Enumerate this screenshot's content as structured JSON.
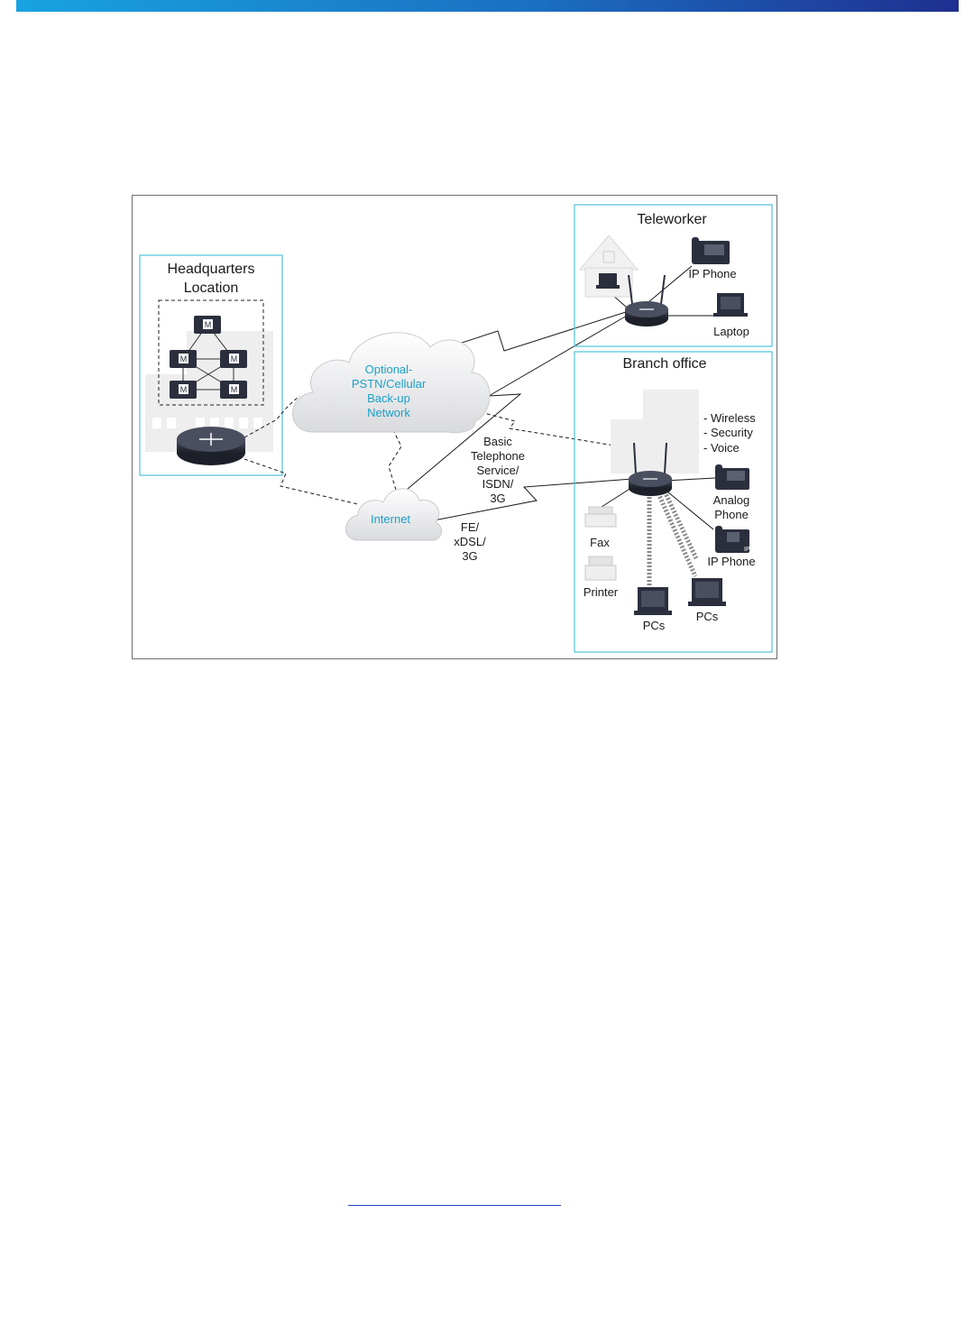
{
  "diagram": {
    "headquarters": {
      "title_line1": "Headquarters",
      "title_line2": "Location",
      "switch_badge": "M"
    },
    "teleworker": {
      "title": "Teleworker",
      "ip_phone": "IP Phone",
      "laptop": "Laptop"
    },
    "branch": {
      "title": "Branch office",
      "services": [
        "- Wireless",
        "- Security",
        "- Voice"
      ],
      "analog_phone_line1": "Analog",
      "analog_phone_line2": "Phone",
      "ip_phone": "IP Phone",
      "ip_badge": "IP",
      "fax": "Fax",
      "printer": "Printer",
      "pcs_left": "PCs",
      "pcs_right": "PCs"
    },
    "backup_cloud": {
      "line1": "Optional-",
      "line2": "PSTN/Cellular",
      "line3": "Back-up",
      "line4": "Network"
    },
    "internet_cloud": {
      "label": "Internet"
    },
    "link_basic": {
      "line1": "Basic",
      "line2": "Telephone",
      "line3": "Service/",
      "line4": "ISDN/",
      "line5": "3G"
    },
    "link_fe": {
      "line1": "FE/",
      "line2": "xDSL/",
      "line3": "3G"
    }
  },
  "colors": {
    "accent_blue": "#1aa0c8",
    "box_border": "#5cc6dc",
    "router_dark": "#2b2f3d"
  }
}
